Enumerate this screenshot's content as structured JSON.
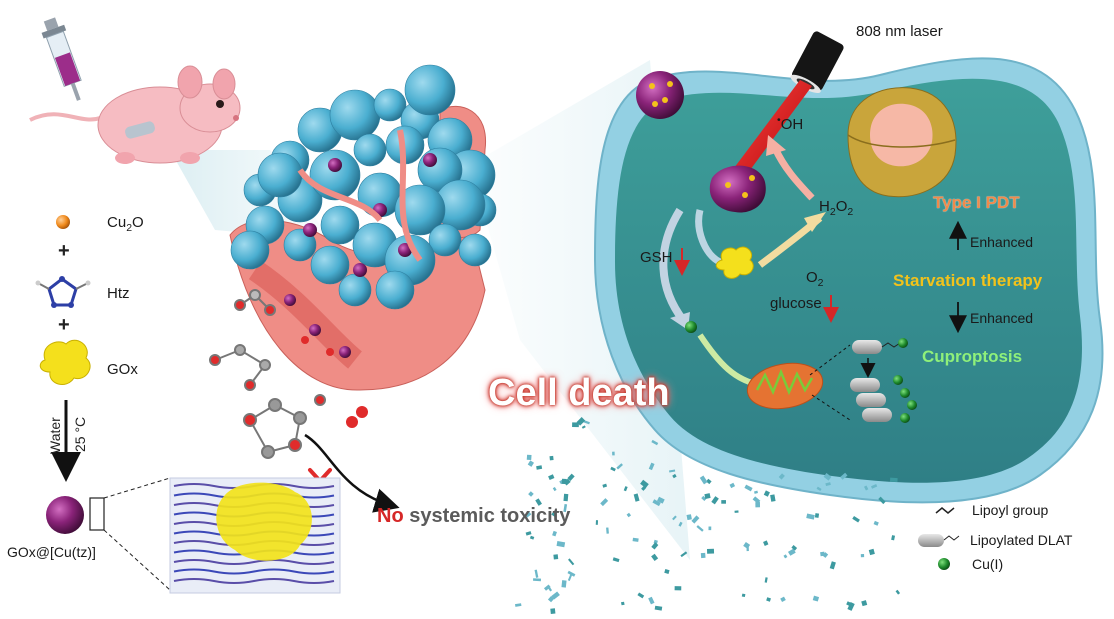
{
  "reagents": {
    "cu2o": {
      "main": "Cu",
      "sub": "2",
      "tail": "O"
    },
    "htz": "Htz",
    "gox": "GOx",
    "plus": "+"
  },
  "conditions": {
    "water": "Water",
    "temp": "25 °C"
  },
  "product": {
    "pre": "GOx@[Cu(tz)]"
  },
  "laser": "808 nm laser",
  "oh": {
    "dot": "•",
    "text": "OH"
  },
  "h2o2": {
    "main": "H",
    "s1": "2",
    "mid": "O",
    "s2": "2"
  },
  "o2": {
    "main": "O",
    "sub": "2"
  },
  "glucose": "glucose",
  "gsh": "GSH",
  "therapy": {
    "type1": "Type I PDT",
    "enhanced1": "Enhanced",
    "starvation": "Starvation therapy",
    "enhanced2": "Enhanced",
    "cuproptosis": "Cuproptosis"
  },
  "cell_death": "Cell death",
  "toxicity": {
    "no": "No",
    "rest": " systemic toxicity"
  },
  "legend": {
    "lipoyl": "Lipoyl group",
    "dlat": "Lipoylated DLAT",
    "cu": "Cu(I)"
  },
  "colors": {
    "cell_fill": "#3b9a97",
    "cell_rim": "#8fcde0",
    "tumor_blue": "#4aaed0",
    "vessel_pink": "#ef8d86",
    "nanoparticle_purple": "#7a1f6b",
    "gox_yellow": "#f4e01c",
    "red_arrow": "#d62727"
  }
}
